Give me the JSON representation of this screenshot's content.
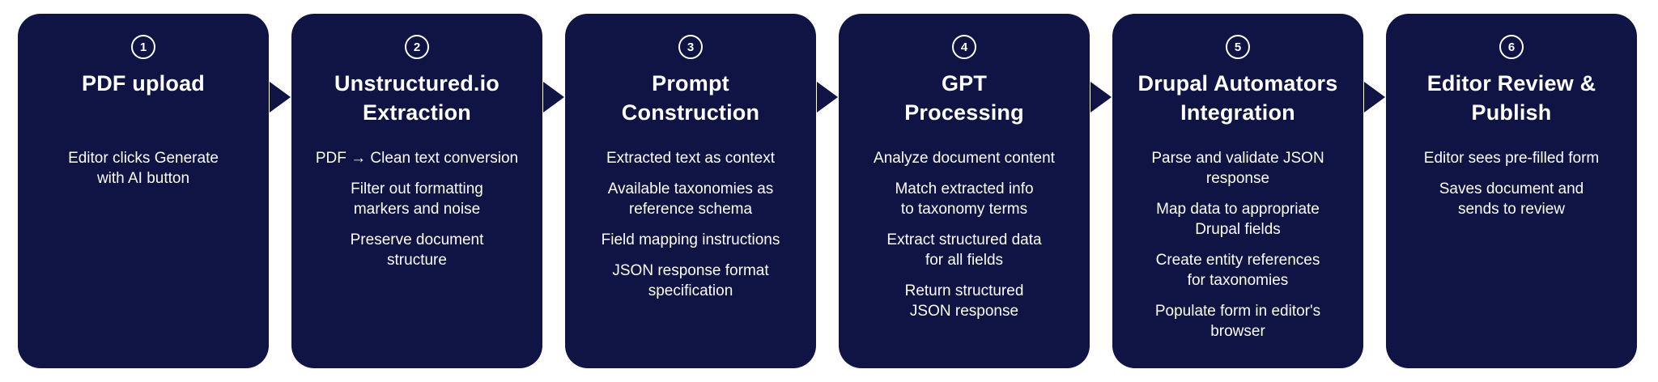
{
  "diagram": {
    "title": "PDF-to-Drupal AI generation process flow",
    "colors": {
      "card_background": "#0f1444",
      "text": "#ffffff",
      "page_background": "#ffffff"
    },
    "steps": [
      {
        "number": "1",
        "title": "PDF upload",
        "items": [
          "Editor clicks Generate\nwith AI button"
        ]
      },
      {
        "number": "2",
        "title": "Unstructured.io\nExtraction",
        "items": [
          "PDF → Clean text conversion",
          "Filter out formatting\nmarkers and noise",
          "Preserve document\nstructure"
        ]
      },
      {
        "number": "3",
        "title": "Prompt\nConstruction",
        "items": [
          "Extracted text as context",
          "Available taxonomies as\nreference schema",
          "Field mapping instructions",
          "JSON response format\nspecification"
        ]
      },
      {
        "number": "4",
        "title": "GPT\nProcessing",
        "items": [
          "Analyze document content",
          "Match extracted info\nto taxonomy terms",
          "Extract structured data\nfor all fields",
          "Return structured\nJSON response"
        ]
      },
      {
        "number": "5",
        "title": "Drupal Automators\nIntegration",
        "items": [
          "Parse and validate JSON\nresponse",
          "Map data to appropriate\nDrupal fields",
          "Create entity references\nfor taxonomies",
          "Populate form in editor's\nbrowser"
        ]
      },
      {
        "number": "6",
        "title": "Editor Review &\nPublish",
        "items": [
          "Editor sees pre-filled form",
          "Saves document and\nsends to review"
        ]
      }
    ]
  }
}
